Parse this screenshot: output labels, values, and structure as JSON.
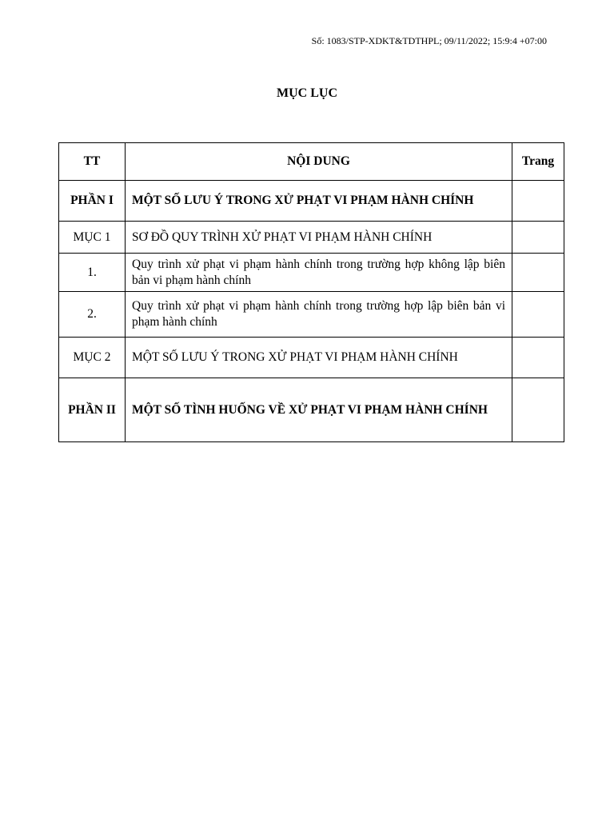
{
  "header": {
    "doc_number": "Số: 1083/STP-XDKT&TDTHPL; 09/11/2022; 15:9:4 +07:00"
  },
  "title": "MỤC LỤC",
  "table": {
    "columns": [
      "TT",
      "NỘI DUNG",
      "Trang"
    ],
    "rows": [
      {
        "tt": "PHẦN I",
        "content": "MỘT SỐ LƯU Ý TRONG XỬ PHẠT VI PHẠM HÀNH CHÍNH",
        "page": ""
      },
      {
        "tt": "MỤC 1",
        "content": "SƠ ĐỒ QUY TRÌNH XỬ PHẠT VI PHẠM HÀNH CHÍNH",
        "page": ""
      },
      {
        "tt": "1.",
        "content": "Quy trình xử phạt vi phạm hành chính trong trường hợp không lập biên bản vi phạm hành chính",
        "page": ""
      },
      {
        "tt": "2.",
        "content": "Quy trình xử phạt vi phạm hành chính trong trường hợp lập biên bản vi phạm hành chính",
        "page": ""
      },
      {
        "tt": "MỤC 2",
        "content": "MỘT SỐ LƯU Ý TRONG XỬ PHẠT VI PHẠM HÀNH CHÍNH",
        "page": ""
      },
      {
        "tt": "PHẦN II",
        "content": "MỘT SỐ TÌNH HUỐNG VỀ XỬ PHẠT VI PHẠM HÀNH CHÍNH",
        "page": ""
      }
    ]
  }
}
